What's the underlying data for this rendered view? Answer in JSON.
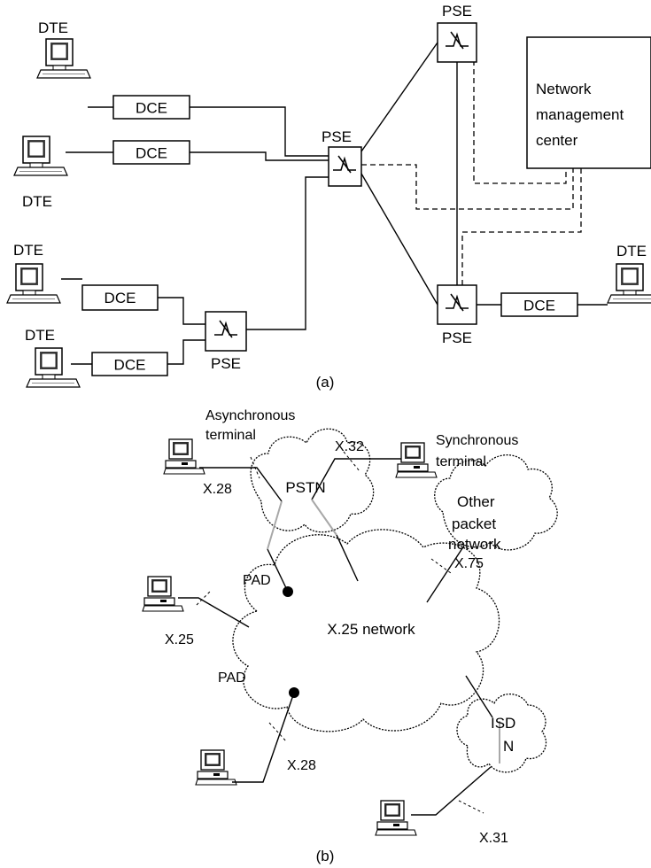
{
  "part_a": {
    "caption": "(a)",
    "dte": "DTE",
    "dce": "DCE",
    "pse": "PSE",
    "nmc_lines": [
      "Network",
      "management",
      "center"
    ]
  },
  "part_b": {
    "caption": "(b)",
    "async_lines": [
      "Asynchronous",
      "terminal"
    ],
    "sync_lines": [
      "Synchronous",
      "terminal"
    ],
    "pstn": "PSTN",
    "x25_network": "X.25 network",
    "other_lines": [
      "Other",
      "packet",
      "network"
    ],
    "isdn_lines": [
      "ISD",
      "N"
    ],
    "pad": "PAD",
    "x28": "X.28",
    "x32": "X.32",
    "x75": "X.75",
    "x25": "X.25",
    "x31": "X.31"
  }
}
